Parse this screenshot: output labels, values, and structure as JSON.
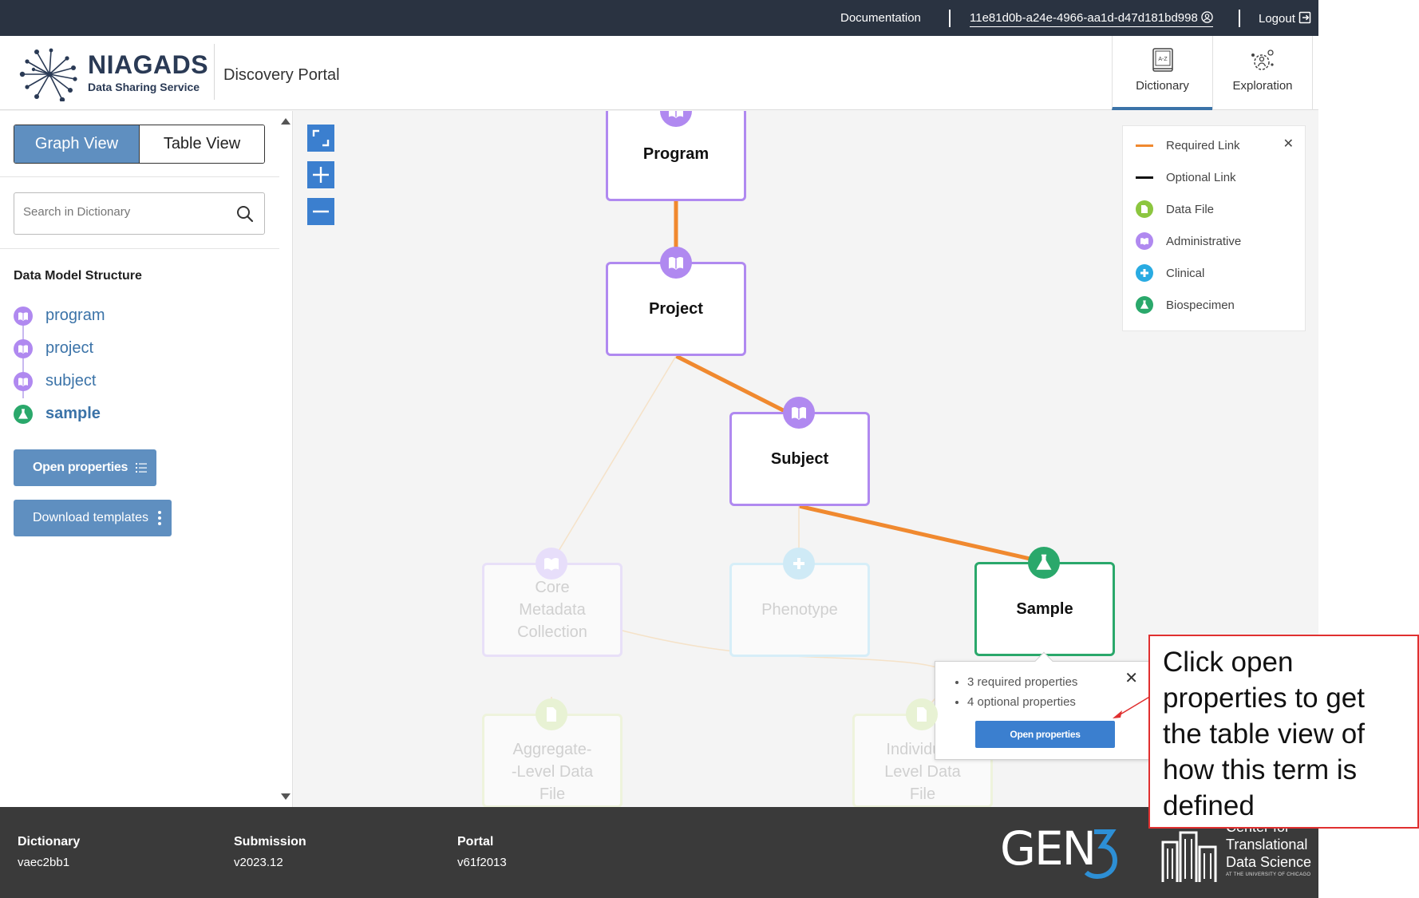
{
  "topbar": {
    "documentation": "Documentation",
    "user_id": "11e81d0b-a24e-4966-aa1d-d47d181bd998",
    "logout": "Logout"
  },
  "header": {
    "logo_name": "NIAGADS",
    "logo_tagline": "Data Sharing Service",
    "portal_title": "Discovery Portal",
    "nav": [
      {
        "label": "Dictionary",
        "icon": "dictionary-book-icon",
        "active": true
      },
      {
        "label": "Exploration",
        "icon": "exploration-icon",
        "active": false
      }
    ]
  },
  "sidebar": {
    "view_toggle": {
      "graph": "Graph View",
      "table": "Table View",
      "active": "Graph View"
    },
    "search_placeholder": "Search in Dictionary",
    "structure_title": "Data Model Structure",
    "structure_items": [
      {
        "label": "program",
        "category": "Administrative"
      },
      {
        "label": "project",
        "category": "Administrative"
      },
      {
        "label": "subject",
        "category": "Administrative"
      },
      {
        "label": "sample",
        "category": "Biospecimen",
        "active": true
      }
    ],
    "open_properties": "Open properties",
    "download_templates": "Download templates"
  },
  "graph": {
    "zoom_controls": [
      "fit-icon",
      "plus-icon",
      "minus-icon"
    ],
    "nodes": {
      "program": "Program",
      "project": "Project",
      "subject": "Subject",
      "sample": "Sample",
      "phenotype": "Phenotype",
      "core_metadata": "Core Metadata Collection",
      "aggregate_file": "Aggregate- -Level Data File",
      "individual_file": "Individual-Level Data File"
    },
    "legend": {
      "required_link": "Required Link",
      "optional_link": "Optional Link",
      "data_file": "Data File",
      "administrative": "Administrative",
      "clinical": "Clinical",
      "biospecimen": "Biospecimen"
    },
    "popup": {
      "required": "3 required properties",
      "optional": "4 optional properties",
      "button": "Open properties"
    }
  },
  "colors": {
    "administrative": "#b089f0",
    "data_file": "#8cc63f",
    "clinical": "#29abe2",
    "biospecimen": "#2aa86b",
    "required_link": "#f0892f",
    "accent_blue": "#3b7fcf"
  },
  "footer": {
    "dictionary_label": "Dictionary",
    "dictionary_version": "vaec2bb1",
    "submission_label": "Submission",
    "submission_version": "v2023.12",
    "portal_label": "Portal",
    "portal_version": "v61f2013",
    "gen3_logo": "GEN3",
    "ctds_line1": "Center for",
    "ctds_line2": "Translational",
    "ctds_line3": "Data Science",
    "ctds_sub": "AT THE UNIVERSITY OF CHICAGO"
  },
  "annotation": {
    "text": "Click open properties to get the table view of how this term is defined"
  }
}
